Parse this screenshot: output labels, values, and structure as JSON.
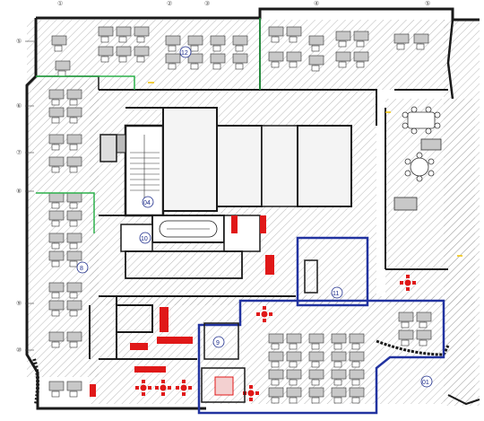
{
  "plan": {
    "grid_top": [
      "①",
      "②",
      "③",
      "④",
      "⑤"
    ],
    "grid_left": [
      "⑤",
      "⑥",
      "⑦",
      "⑧",
      "⑨",
      "⑩"
    ],
    "room_tags": [
      "04",
      "10",
      "11",
      "12",
      "8",
      "9",
      "01"
    ]
  },
  "colors": {
    "wall": "#1a1a1a",
    "hatch": "#8a8a8a",
    "furniture": "#9a9a9a",
    "blue_boundary": "#2233a0",
    "green_line": "#2bb04a",
    "red_accent": "#e01818",
    "yellow_mark": "#f0c000"
  }
}
